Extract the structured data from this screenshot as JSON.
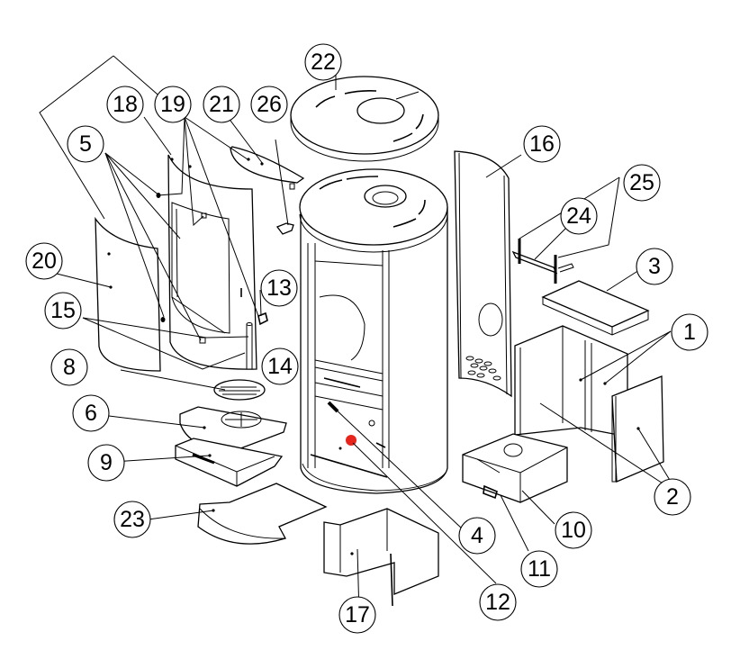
{
  "diagram": {
    "type": "exploded-parts-view",
    "subject": "wood stove",
    "highlight_color": "#e8251d",
    "line_color": "#000000",
    "background": "#ffffff",
    "callouts": [
      {
        "id": "c1",
        "label": "1"
      },
      {
        "id": "c2",
        "label": "2"
      },
      {
        "id": "c3",
        "label": "3"
      },
      {
        "id": "c4",
        "label": "4"
      },
      {
        "id": "c5",
        "label": "5"
      },
      {
        "id": "c6",
        "label": "6"
      },
      {
        "id": "c8",
        "label": "8"
      },
      {
        "id": "c9",
        "label": "9"
      },
      {
        "id": "c10",
        "label": "10"
      },
      {
        "id": "c11",
        "label": "11"
      },
      {
        "id": "c12",
        "label": "12"
      },
      {
        "id": "c13",
        "label": "13"
      },
      {
        "id": "c14",
        "label": "14"
      },
      {
        "id": "c15",
        "label": "15"
      },
      {
        "id": "c16",
        "label": "16"
      },
      {
        "id": "c17",
        "label": "17"
      },
      {
        "id": "c18",
        "label": "18"
      },
      {
        "id": "c19",
        "label": "19"
      },
      {
        "id": "c20",
        "label": "20"
      },
      {
        "id": "c21",
        "label": "21"
      },
      {
        "id": "c22",
        "label": "22"
      },
      {
        "id": "c23",
        "label": "23"
      },
      {
        "id": "c24",
        "label": "24"
      },
      {
        "id": "c25",
        "label": "25"
      },
      {
        "id": "c26",
        "label": "26"
      }
    ]
  }
}
